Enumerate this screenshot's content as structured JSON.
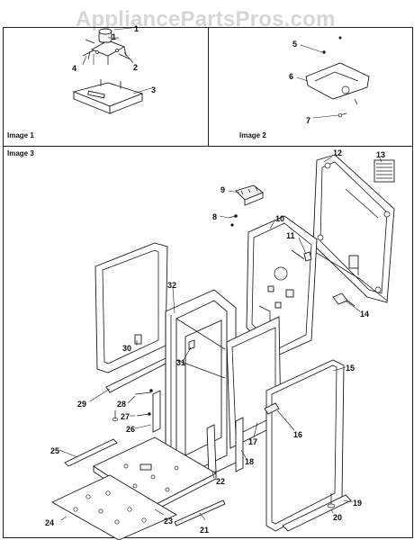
{
  "watermark": "AppliancePartsPros.com",
  "panels": {
    "image1": "Image 1",
    "image2": "Image 2",
    "image3": "Image 3"
  },
  "callouts": {
    "image1": [
      "1",
      "2",
      "3",
      "4"
    ],
    "image2": [
      "5",
      "6",
      "7"
    ],
    "image3": [
      "8",
      "9",
      "10",
      "11",
      "12",
      "13",
      "14",
      "15",
      "16",
      "17",
      "18",
      "19",
      "20",
      "21",
      "22",
      "23",
      "24",
      "25",
      "26",
      "27",
      "28",
      "29",
      "30",
      "31",
      "32"
    ]
  }
}
